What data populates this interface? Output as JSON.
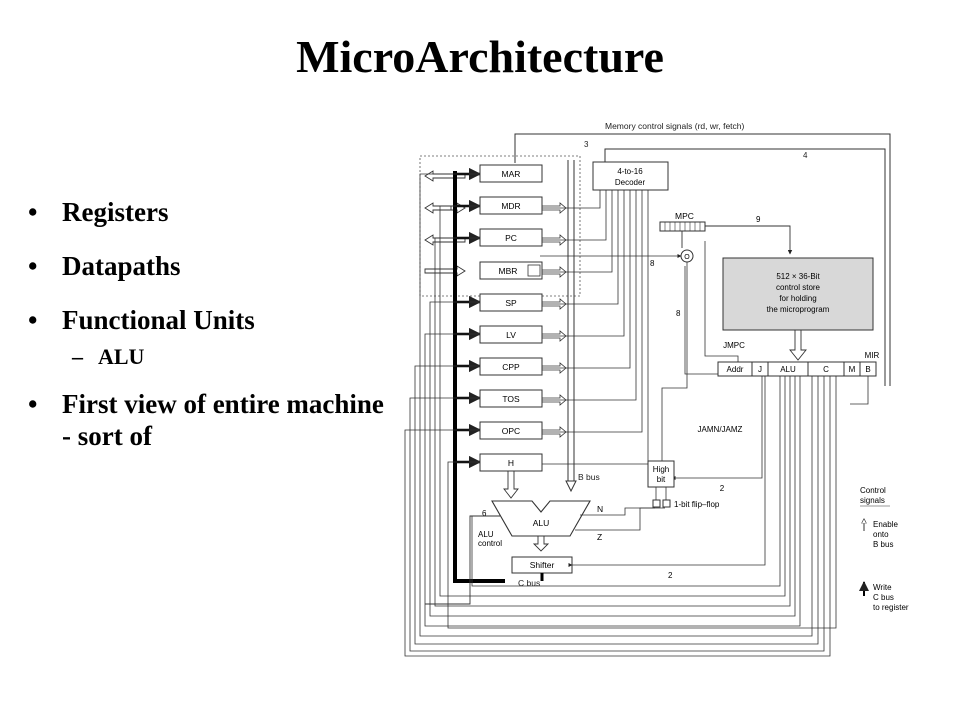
{
  "slide": {
    "title": "MicroArchitecture",
    "bullets": [
      {
        "text": "Registers",
        "sub": []
      },
      {
        "text": "Datapaths",
        "sub": []
      },
      {
        "text": "Functional Units",
        "sub": [
          "ALU"
        ]
      },
      {
        "text": "First view of entire machine - sort of",
        "sub": []
      }
    ]
  },
  "diagram": {
    "memory_signals_label": "Memory control signals (rd, wr, fetch)",
    "registers": [
      "MAR",
      "MDR",
      "PC",
      "MBR",
      "SP",
      "LV",
      "CPP",
      "TOS",
      "OPC",
      "H"
    ],
    "decoder_label_1": "4-to-16",
    "decoder_label_2": "Decoder",
    "mpc_label": "MPC",
    "control_store_lines": [
      "512 × 36-Bit",
      "control store",
      "for holding",
      "the microprogram"
    ],
    "mir_label": "MIR",
    "mir_fields": [
      "Addr",
      "J",
      "ALU",
      "C",
      "M",
      "B"
    ],
    "jmpc_label": "JMPC",
    "jamn_label": "JAMN/JAMZ",
    "highbit_label_1": "High",
    "highbit_label_2": "bit",
    "flipflop_label": "1-bit flip–flop",
    "alu_label": "ALU",
    "alu_control_label_1": "ALU",
    "alu_control_label_2": "control",
    "shifter_label": "Shifter",
    "bbus_label": "B bus",
    "cbus_label": "C bus",
    "n_label": "N",
    "z_label": "Z",
    "or_label": "O",
    "num_3": "3",
    "num_4": "4",
    "num_9": "9",
    "num_8a": "8",
    "num_8b": "8",
    "num_6": "6",
    "num_2a": "2",
    "num_2b": "2",
    "legend": {
      "title_1": "Control",
      "title_2": "signals",
      "enable": [
        "Enable",
        "onto",
        "B bus"
      ],
      "write": [
        "Write",
        "C bus",
        "to register"
      ]
    }
  }
}
